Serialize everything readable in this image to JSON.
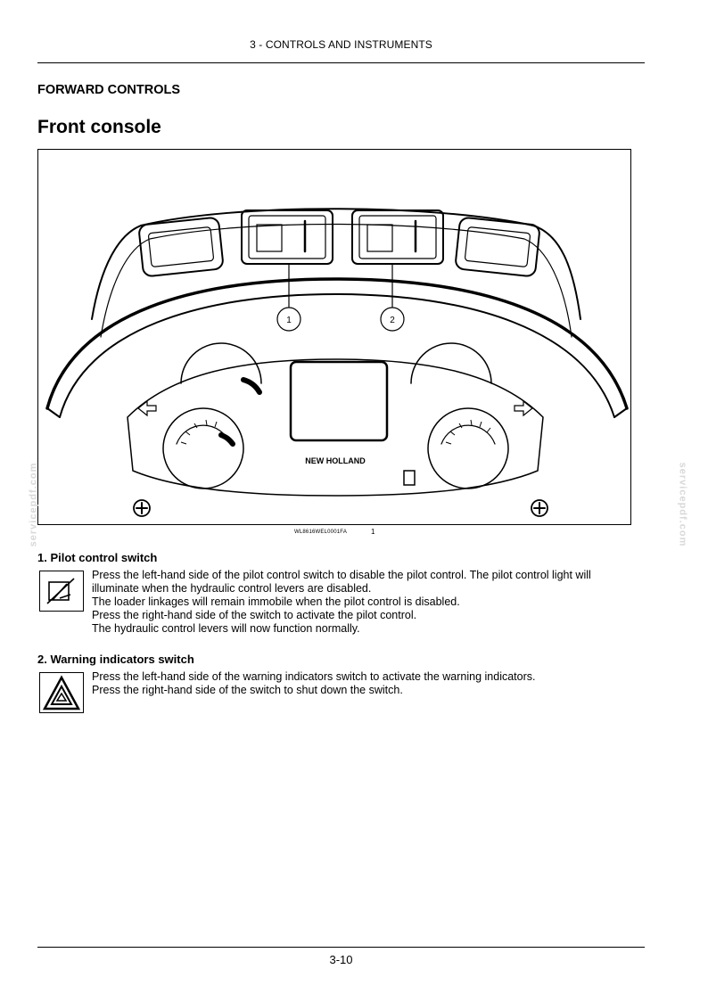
{
  "header": {
    "chapter": "3 - CONTROLS AND INSTRUMENTS"
  },
  "section_title": "FORWARD CONTROLS",
  "page_title": "Front console",
  "figure": {
    "callout_1": "1",
    "callout_2": "2",
    "brand": "NEW HOLLAND",
    "caption": "WL8616WEL0001FA",
    "number": "1"
  },
  "watermark": "servicepdf.com",
  "items": [
    {
      "heading": "1.  Pilot control switch",
      "icon": "pilot-control-icon",
      "lines": [
        "Press the left-hand side of the pilot control switch to disable the pilot control.  The pilot control light will",
        "illuminate when the hydraulic control levers are disabled.",
        "The loader linkages will remain immobile when the pilot control is disabled.",
        "Press the right-hand side of the switch to activate the pilot control.",
        "The hydraulic control levers will now function normally."
      ]
    },
    {
      "heading": "2.  Warning indicators switch",
      "icon": "hazard-warning-icon",
      "lines": [
        "Press the left-hand side of the warning indicators switch to activate the warning indicators.",
        "Press the right-hand side of the switch to shut down the switch."
      ]
    }
  ],
  "footer": {
    "page_number": "3-10"
  }
}
